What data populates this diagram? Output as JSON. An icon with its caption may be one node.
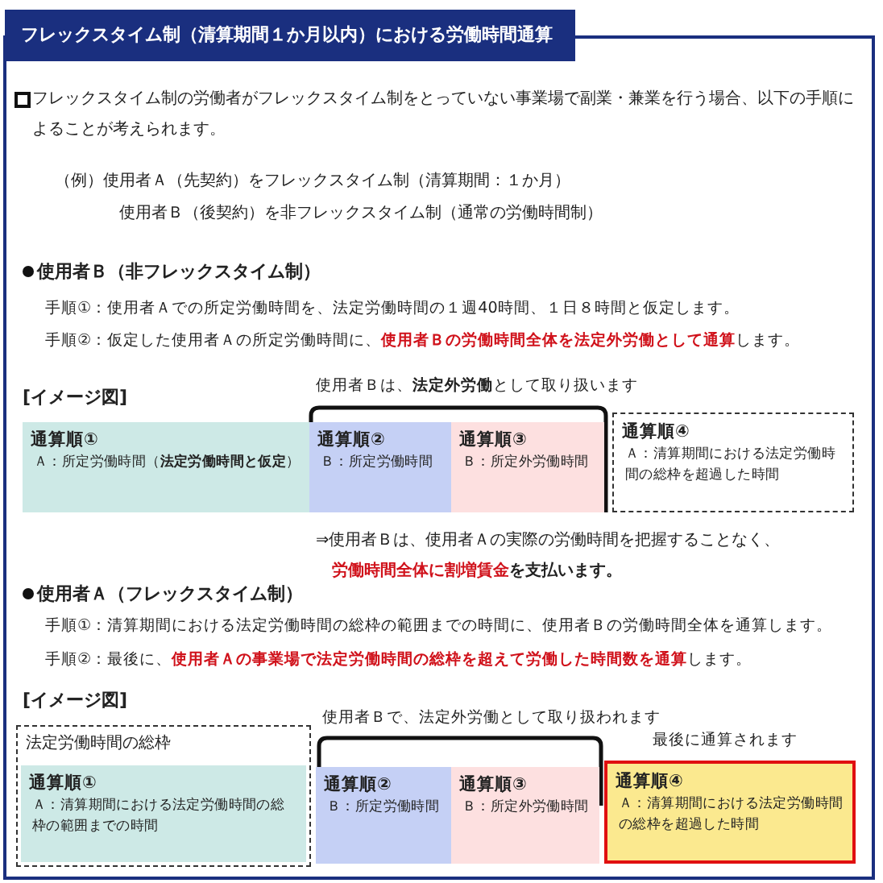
{
  "diagram": {
    "title": "フレックスタイム制（清算期間１か月以内）における労働時間通算",
    "nodes": [
      {
        "text": [
          "通算順①",
          "Ａ：所定労働時間（**法定労働時間と仮定**）"
        ]
      },
      {
        "text": [
          "通算順②",
          "Ｂ：所定労働時間"
        ]
      },
      {
        "text": [
          "通算順③",
          "Ｂ：所定外労働時間"
        ]
      },
      {
        "text": [
          "通算順④",
          "Ａ：清算期間における法定労働時間の総枠を超過した時間"
        ]
      },
      {
        "text": [
          "法定労働時間の総枠"
        ]
      },
      {
        "text": [
          "通算順①",
          "Ａ：清算期間における法定労働時間の総枠の範囲までの時間"
        ],
        "in": 4
      },
      {
        "text": [
          "通算順②",
          "Ｂ：所定労働時間"
        ]
      },
      {
        "text": [
          "通算順③",
          "Ｂ：所定外労働時間"
        ]
      },
      {
        "text": [
          "通算順④",
          "Ａ：清算期間における法定労働時間の総枠を超過した時間"
        ],
        "beside": [
          "最後に通算されます"
        ]
      }
    ],
    "labels": [
      "フレックスタイム制の労働者がフレックスタイム制をとっていない事業場で副業・兼業を行う場合、以下の手順によることが考えられます。",
      "（例）使用者Ａ（先契約）をフレックスタイム制（清算期間：１か月）",
      "使用者Ｂ（後契約）を非フレックスタイム制（通常の労働時間制）",
      "使用者Ｂ（非フレックスタイム制）",
      "手順①：使用者Ａでの所定労働時間を、法定労働時間の１週40時間、１日８時間と仮定します。",
      "手順②：仮定した使用者Ａの所定労働時間に、**使用者Ｂの労働時間全体を法定外労働として通算**します。",
      "[イメージ図]",
      "使用者Ｂは、**法定外労働**として取り扱います",
      "⇒使用者Ｂは、使用者Ａの実際の労働時間を把握することなく、",
      "**労働時間全体に割増賃金**を支払います。",
      "使用者Ａ（フレックスタイム制）",
      "手順①：清算期間における法定労働時間の総枠の範囲までの時間に、使用者Ｂの労働時間全体を通算します。",
      "手順②：最後に、**使用者Ａの事業場で法定労働時間の総枠を超えて労働した時間数を通算**します。",
      "[イメージ図]",
      "使用者Ｂで、法定外労働として取り扱われます"
    ]
  }
}
